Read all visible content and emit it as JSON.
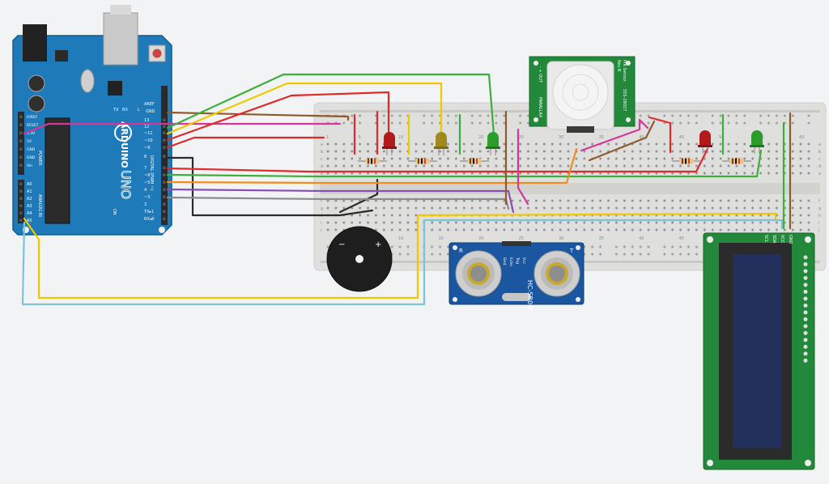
{
  "arduino": {
    "brand": "ARDUINO",
    "model": "UNO",
    "on_label": "ON",
    "tx_label": "TX",
    "rx_label": "RX",
    "l_label": "L",
    "header_digital": "DIGITAL (PWM ~)",
    "header_power": "POWER",
    "header_analog": "ANALOG IN",
    "aref_label": "AREF",
    "gnd_label": "GND",
    "digital_pins": [
      "13",
      "12",
      "~11",
      "~10",
      "~9",
      "8",
      "7",
      "~6",
      "~5",
      "4",
      "~3",
      "2",
      "TX▸1",
      "RX◂0"
    ],
    "power_pins": [
      "IOREF",
      "RESET",
      "3.3V",
      "5V",
      "GND",
      "GND",
      "Vin"
    ],
    "analog_pins": [
      "A0",
      "A1",
      "A2",
      "A3",
      "A4",
      "A5"
    ]
  },
  "breadboard": {
    "column_numbers": [
      "1",
      "5",
      "10",
      "15",
      "20",
      "25",
      "30",
      "35",
      "40",
      "45",
      "50",
      "55",
      "60"
    ],
    "top_row_letters": [
      "a",
      "b",
      "c",
      "d",
      "e"
    ],
    "bottom_row_letters": [
      "f",
      "g",
      "h",
      "i",
      "j"
    ],
    "lower_column_numbers": [
      "5",
      "10",
      "15",
      "20",
      "25",
      "30",
      "35",
      "40",
      "45"
    ]
  },
  "pir_sensor": {
    "title": "PIR Sensor",
    "rev": "Rev B",
    "brand": "PARALLAX",
    "part": "555-28027",
    "pins": [
      "-",
      "+",
      "OUT"
    ]
  },
  "ultrasonic": {
    "model": "HC-SR04",
    "pins": [
      "Vcc",
      "Trig",
      "Echo",
      "Gnd"
    ],
    "t_label": "T",
    "r_label": "R"
  },
  "lcd": {
    "pins": [
      "GND",
      "VCC",
      "SDA",
      "SCL"
    ]
  },
  "buzzer": {
    "minus": "−",
    "plus": "+"
  },
  "colors": {
    "board_blue": "#1e7ab8",
    "breadboard": "#dfdfdd",
    "pcb_green": "#22883a",
    "lcd_screen": "#23305c",
    "wire_red": "#e02a2a",
    "wire_green": "#3cae3c",
    "wire_yellow": "#f0c800",
    "wire_brown": "#8c5a2b",
    "wire_magenta": "#d6359a",
    "wire_orange": "#ef8e1e",
    "wire_purple": "#8a4fb0",
    "wire_gray": "#8c8c8c",
    "wire_black": "#2a2a2a",
    "wire_cyan": "#7bc4d6",
    "led_red": "#b11b1b",
    "led_yellow": "#a08a1e",
    "led_green": "#2c9c2c"
  }
}
